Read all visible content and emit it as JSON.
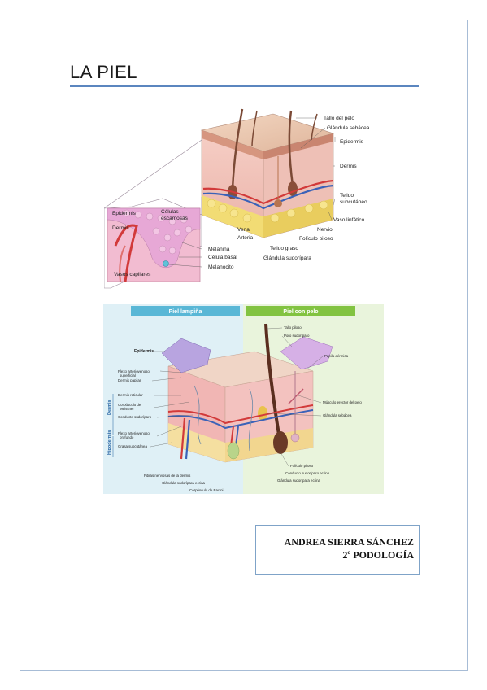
{
  "document": {
    "title": "LA PIEL",
    "author": "ANDREA SIERRA SÁNCHEZ",
    "course": "2º PODOLOGÍA"
  },
  "figure1": {
    "labels": {
      "tallo": "Tallo del pelo",
      "sebacea": "Glándula sebácea",
      "epidermis": "Epidermis",
      "dermis": "Dermis",
      "tejido1": "Tejido",
      "tejido2": "subcutáneo",
      "linfatico": "Vaso linfático",
      "nervio": "Nervio",
      "folPiloso": "Folículo piloso",
      "graso": "Tejido graso",
      "sudoripara": "Glándula sudorípara",
      "vena": "Vena",
      "arteria": "Arteria",
      "insetEpidermis": "Epidermis",
      "celulas1": "Células",
      "celulas2": "escamosas",
      "insetDermis": "Dermis",
      "melanina": "Melanina",
      "basal": "Célula basal",
      "melanocito": "Melanocito",
      "capilares": "Vasos capilares"
    }
  },
  "figure2": {
    "header_left": "Piel lampiña",
    "header_right": "Piel con pelo",
    "labels": {
      "epidermis": "Epidermis",
      "plexoSup1": "Plexo arteriovenoso",
      "plexoSup2": "superficial",
      "dermisPapilar": "Dermis papilar",
      "dermisReticular": "Dermis reticular",
      "meissner1": "Corpúsculo de",
      "meissner2": "Meissner",
      "conducto": "Conducto sudoríparo",
      "plexoProf1": "Plexo arteriovenoso",
      "plexoProf2": "profundo",
      "grasa": "Grasa subcutánea",
      "dermisVert": "Dermis",
      "hipodermisVert": "Hipodermis",
      "fibras": "Fibras nerviosas de la dermis",
      "ecrinaL": "Glándula sudorípara ecrina",
      "pacini": "Corpúsculo de Pacini",
      "talloPiloso": "Tallo piloso",
      "poro": "Poro sudoríparo",
      "papila": "Papila dérmica",
      "musculo": "Músculo erector del pelo",
      "sebacea": "Glándula sebácea",
      "folPiloso": "Folículo piloso",
      "conductoEcrino": "Conducto sudoríparo ecrino",
      "ecrinaR": "Glándula sudorípara ecrina"
    }
  },
  "colors": {
    "accent_rule": "#5b86bf",
    "border": "#a7bcd6",
    "header_left_bg": "#59b7d6",
    "header_right_bg": "#82c341"
  }
}
